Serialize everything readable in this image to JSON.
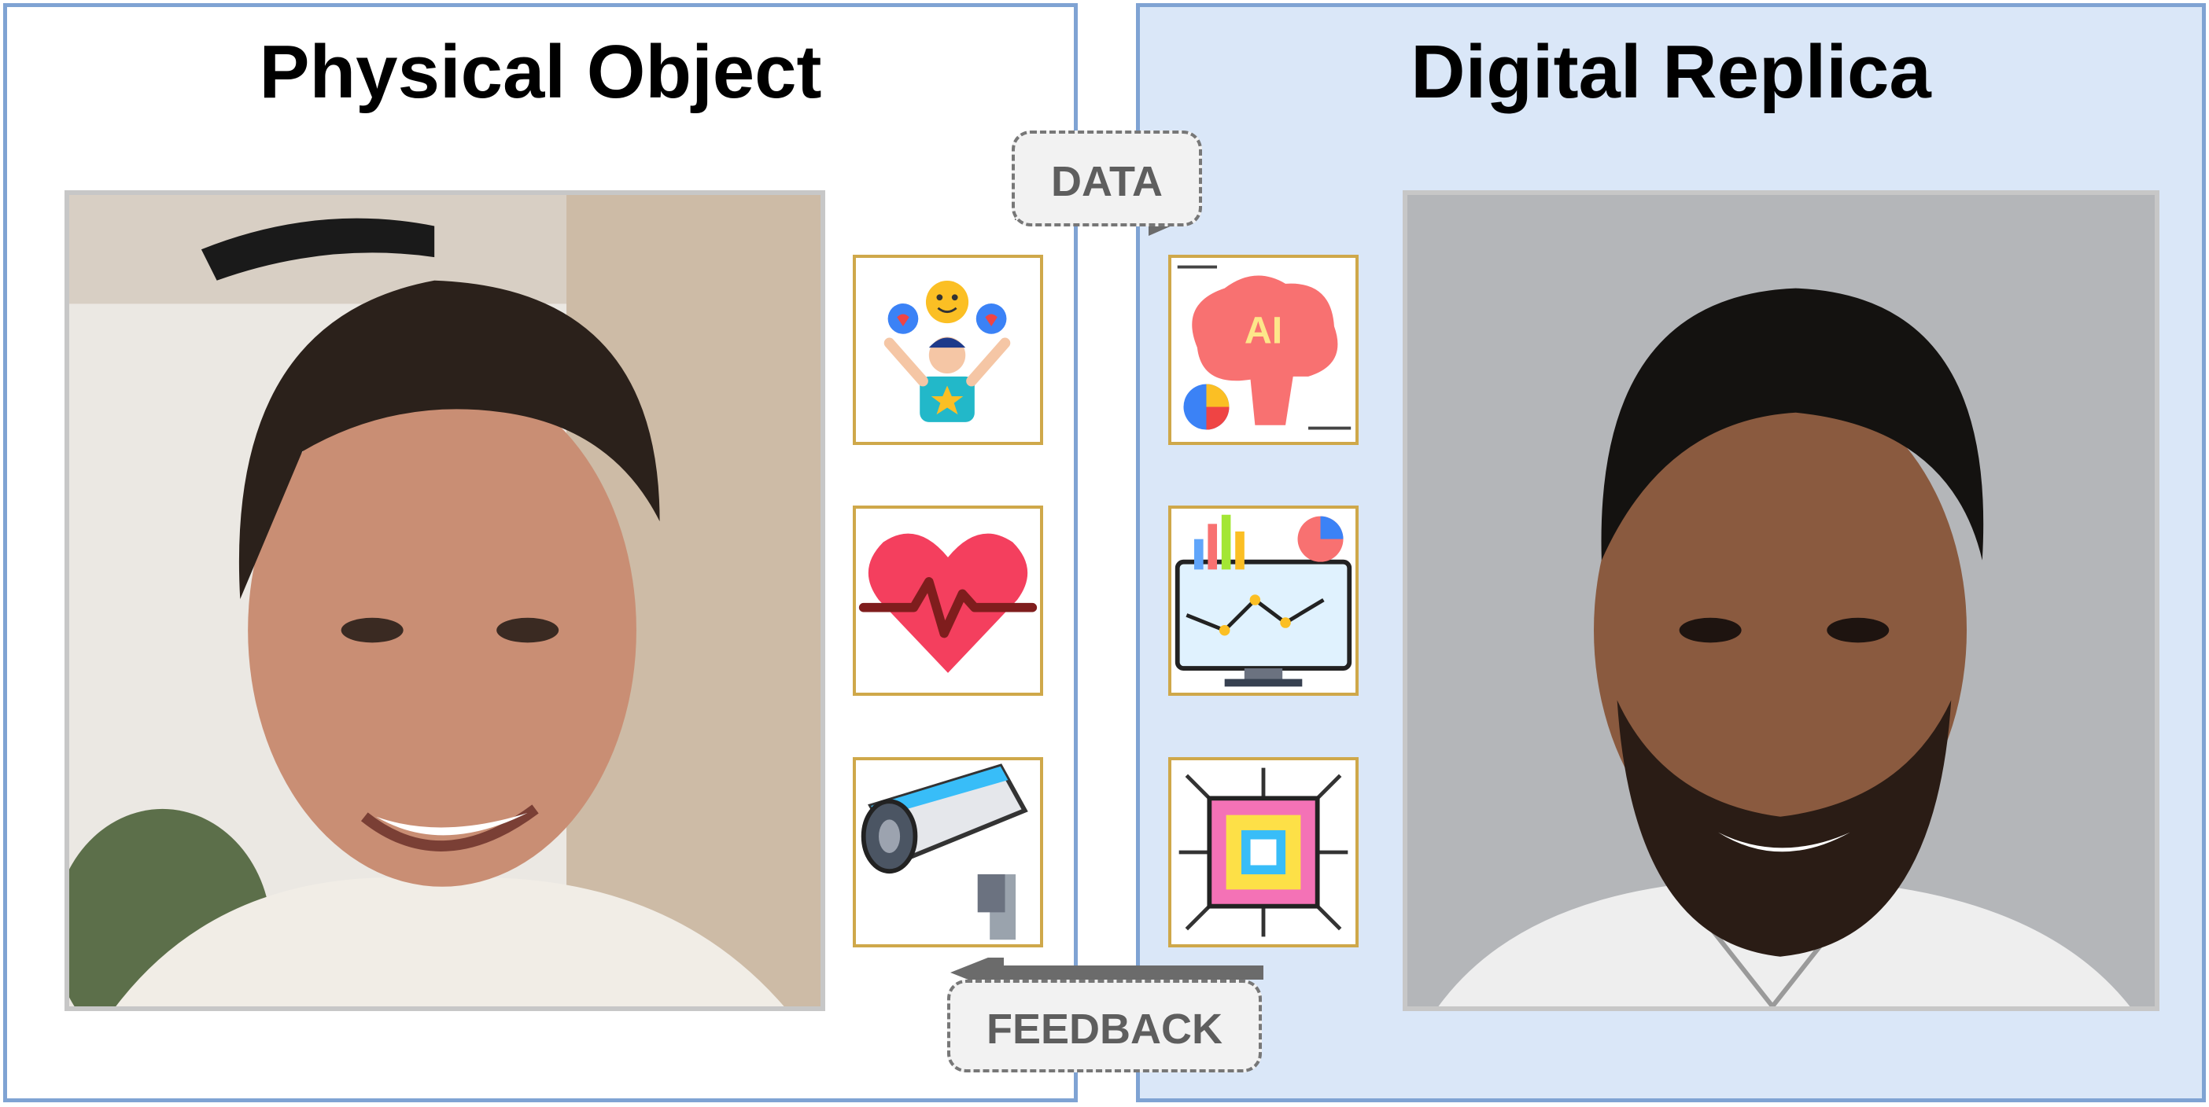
{
  "panels": {
    "physical": {
      "title": "Physical Object"
    },
    "digital": {
      "title": "Digital Replica"
    }
  },
  "flows": {
    "data": {
      "label": "DATA"
    },
    "feedback": {
      "label": "FEEDBACK"
    }
  },
  "icons": {
    "physical_side": [
      "social-emotion-icon",
      "heartbeat-icon",
      "security-camera-icon"
    ],
    "digital_side": [
      "ai-brain-icon",
      "analytics-monitor-icon",
      "processor-chip-icon"
    ]
  },
  "ai_icon_text": "AI",
  "colors": {
    "panel_border": "#7fa3d3",
    "digital_panel_bg": "#dae7f8",
    "icon_border": "#cfa84a",
    "arrow": "#6b6b6b"
  }
}
